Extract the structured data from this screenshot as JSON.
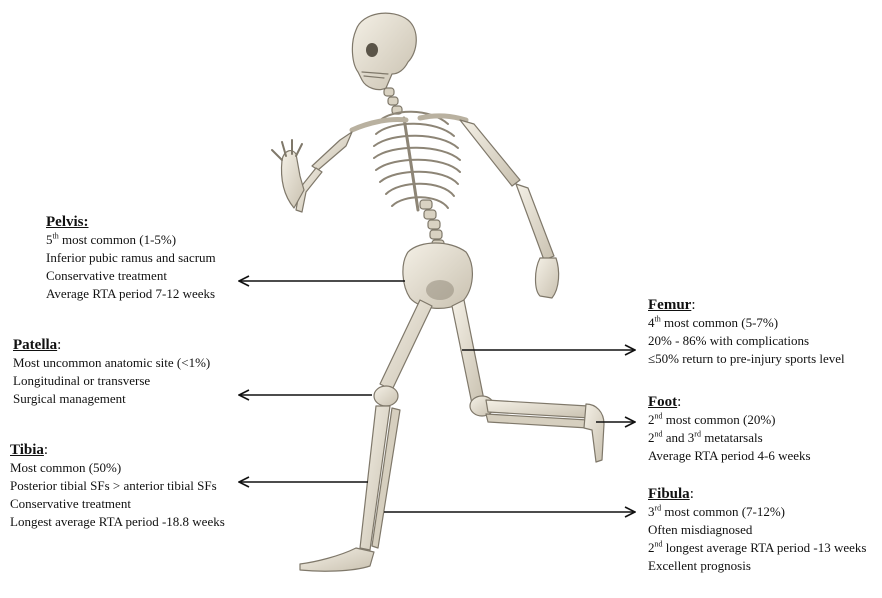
{
  "diagram": {
    "pelvis": {
      "title": "Pelvis:",
      "l1_pre": "5",
      "l1_sup": "th",
      "l1_post": " most common (1-5%)",
      "l2": "Inferior pubic ramus and sacrum",
      "l3": "Conservative treatment",
      "l4": "Average RTA period 7-12 weeks"
    },
    "patella": {
      "title": "Patella",
      "colon": ":",
      "l1": "Most uncommon anatomic site (<1%)",
      "l2": "Longitudinal or transverse",
      "l3": "Surgical management"
    },
    "tibia": {
      "title": "Tibia",
      "colon": ":",
      "l1": "Most common (50%)",
      "l2": "Posterior tibial SFs > anterior tibial SFs",
      "l3": "Conservative treatment",
      "l4": "Longest average RTA period -18.8 weeks"
    },
    "femur": {
      "title": "Femur",
      "colon": ":",
      "l1_pre": "4",
      "l1_sup": "th",
      "l1_post": " most common (5-7%)",
      "l2": "20% - 86% with complications",
      "l3": "≤50% return to pre-injury sports level"
    },
    "foot": {
      "title": "Foot",
      "colon": ":",
      "l1_pre": "2",
      "l1_sup": "nd",
      "l1_post": " most common (20%)",
      "l2_a": "2",
      "l2_sup1": "nd",
      "l2_b": " and 3",
      "l2_sup2": "rd",
      "l2_c": " metatarsals",
      "l3": "Average RTA period 4-6 weeks"
    },
    "fibula": {
      "title": "Fibula",
      "colon": ":",
      "l1_pre": "3",
      "l1_sup": "rd",
      "l1_post": " most common (7-12%)",
      "l2": "Often misdiagnosed",
      "l3_pre": "2",
      "l3_sup": "nd",
      "l3_post": " longest average RTA period -13 weeks",
      "l4": "Excellent prognosis"
    }
  },
  "colors": {
    "bone": "#e9e3d6",
    "bone_shade": "#b9b1a0",
    "outline": "#7f786a",
    "arrow": "#111111"
  }
}
